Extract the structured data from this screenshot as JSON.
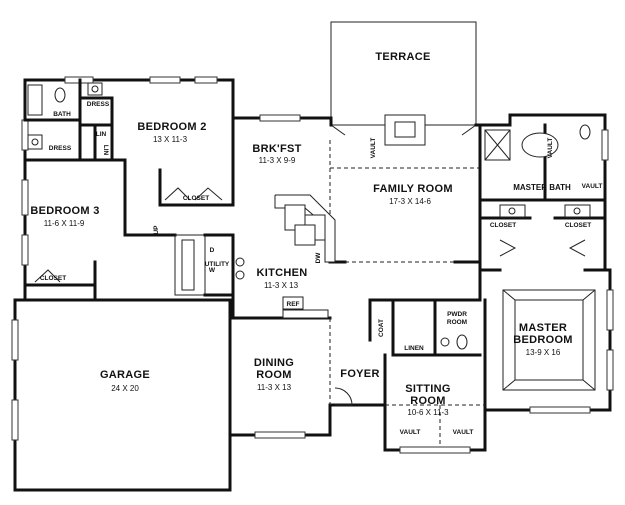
{
  "rooms": {
    "terrace": {
      "name": "TERRACE"
    },
    "bedroom2": {
      "name": "BEDROOM 2",
      "size": "13 X 11-3"
    },
    "brkfst": {
      "name": "BRK'FST",
      "size": "11-3 X 9-9"
    },
    "family": {
      "name": "FAMILY ROOM",
      "size": "17-3 X 14-6"
    },
    "master_bath": {
      "name": "MASTER BATH"
    },
    "bedroom3": {
      "name": "BEDROOM 3",
      "size": "11-6 X 11-9"
    },
    "kitchen": {
      "name": "KITCHEN",
      "size": "11-3 X 13"
    },
    "master_bedroom": {
      "name": "MASTER",
      "name2": "BEDROOM",
      "size": "13-9 X 16"
    },
    "garage": {
      "name": "GARAGE",
      "size": "24 X 20"
    },
    "dining": {
      "name": "DINING",
      "name2": "ROOM",
      "size": "11-3 X 13"
    },
    "foyer": {
      "name": "FOYER"
    },
    "sitting": {
      "name": "SITTING",
      "name2": "ROOM",
      "size": "10-6 X 11-3"
    }
  },
  "small_labels": {
    "bath": "BATH",
    "dress_top": "DRESS",
    "dress_left": "DRESS",
    "lin_1": "LIN",
    "lin_2": "LIN",
    "closet_b2": "CLOSET",
    "closet_b3": "CLOSET",
    "utility": "UTILITY",
    "up": "UP",
    "d": "D",
    "w": "W",
    "dw": "DW",
    "ref": "REF",
    "coat": "COAT",
    "linen": "LINEN",
    "pwdr": "PWDR",
    "room": "ROOM",
    "closet_mb1": "CLOSET",
    "closet_mb2": "CLOSET",
    "vault_family": "VAULT",
    "vault_bath1": "VAULT",
    "vault_bath2": "VAULT",
    "vault_sitting1": "VAULT",
    "vault_sitting2": "VAULT"
  }
}
